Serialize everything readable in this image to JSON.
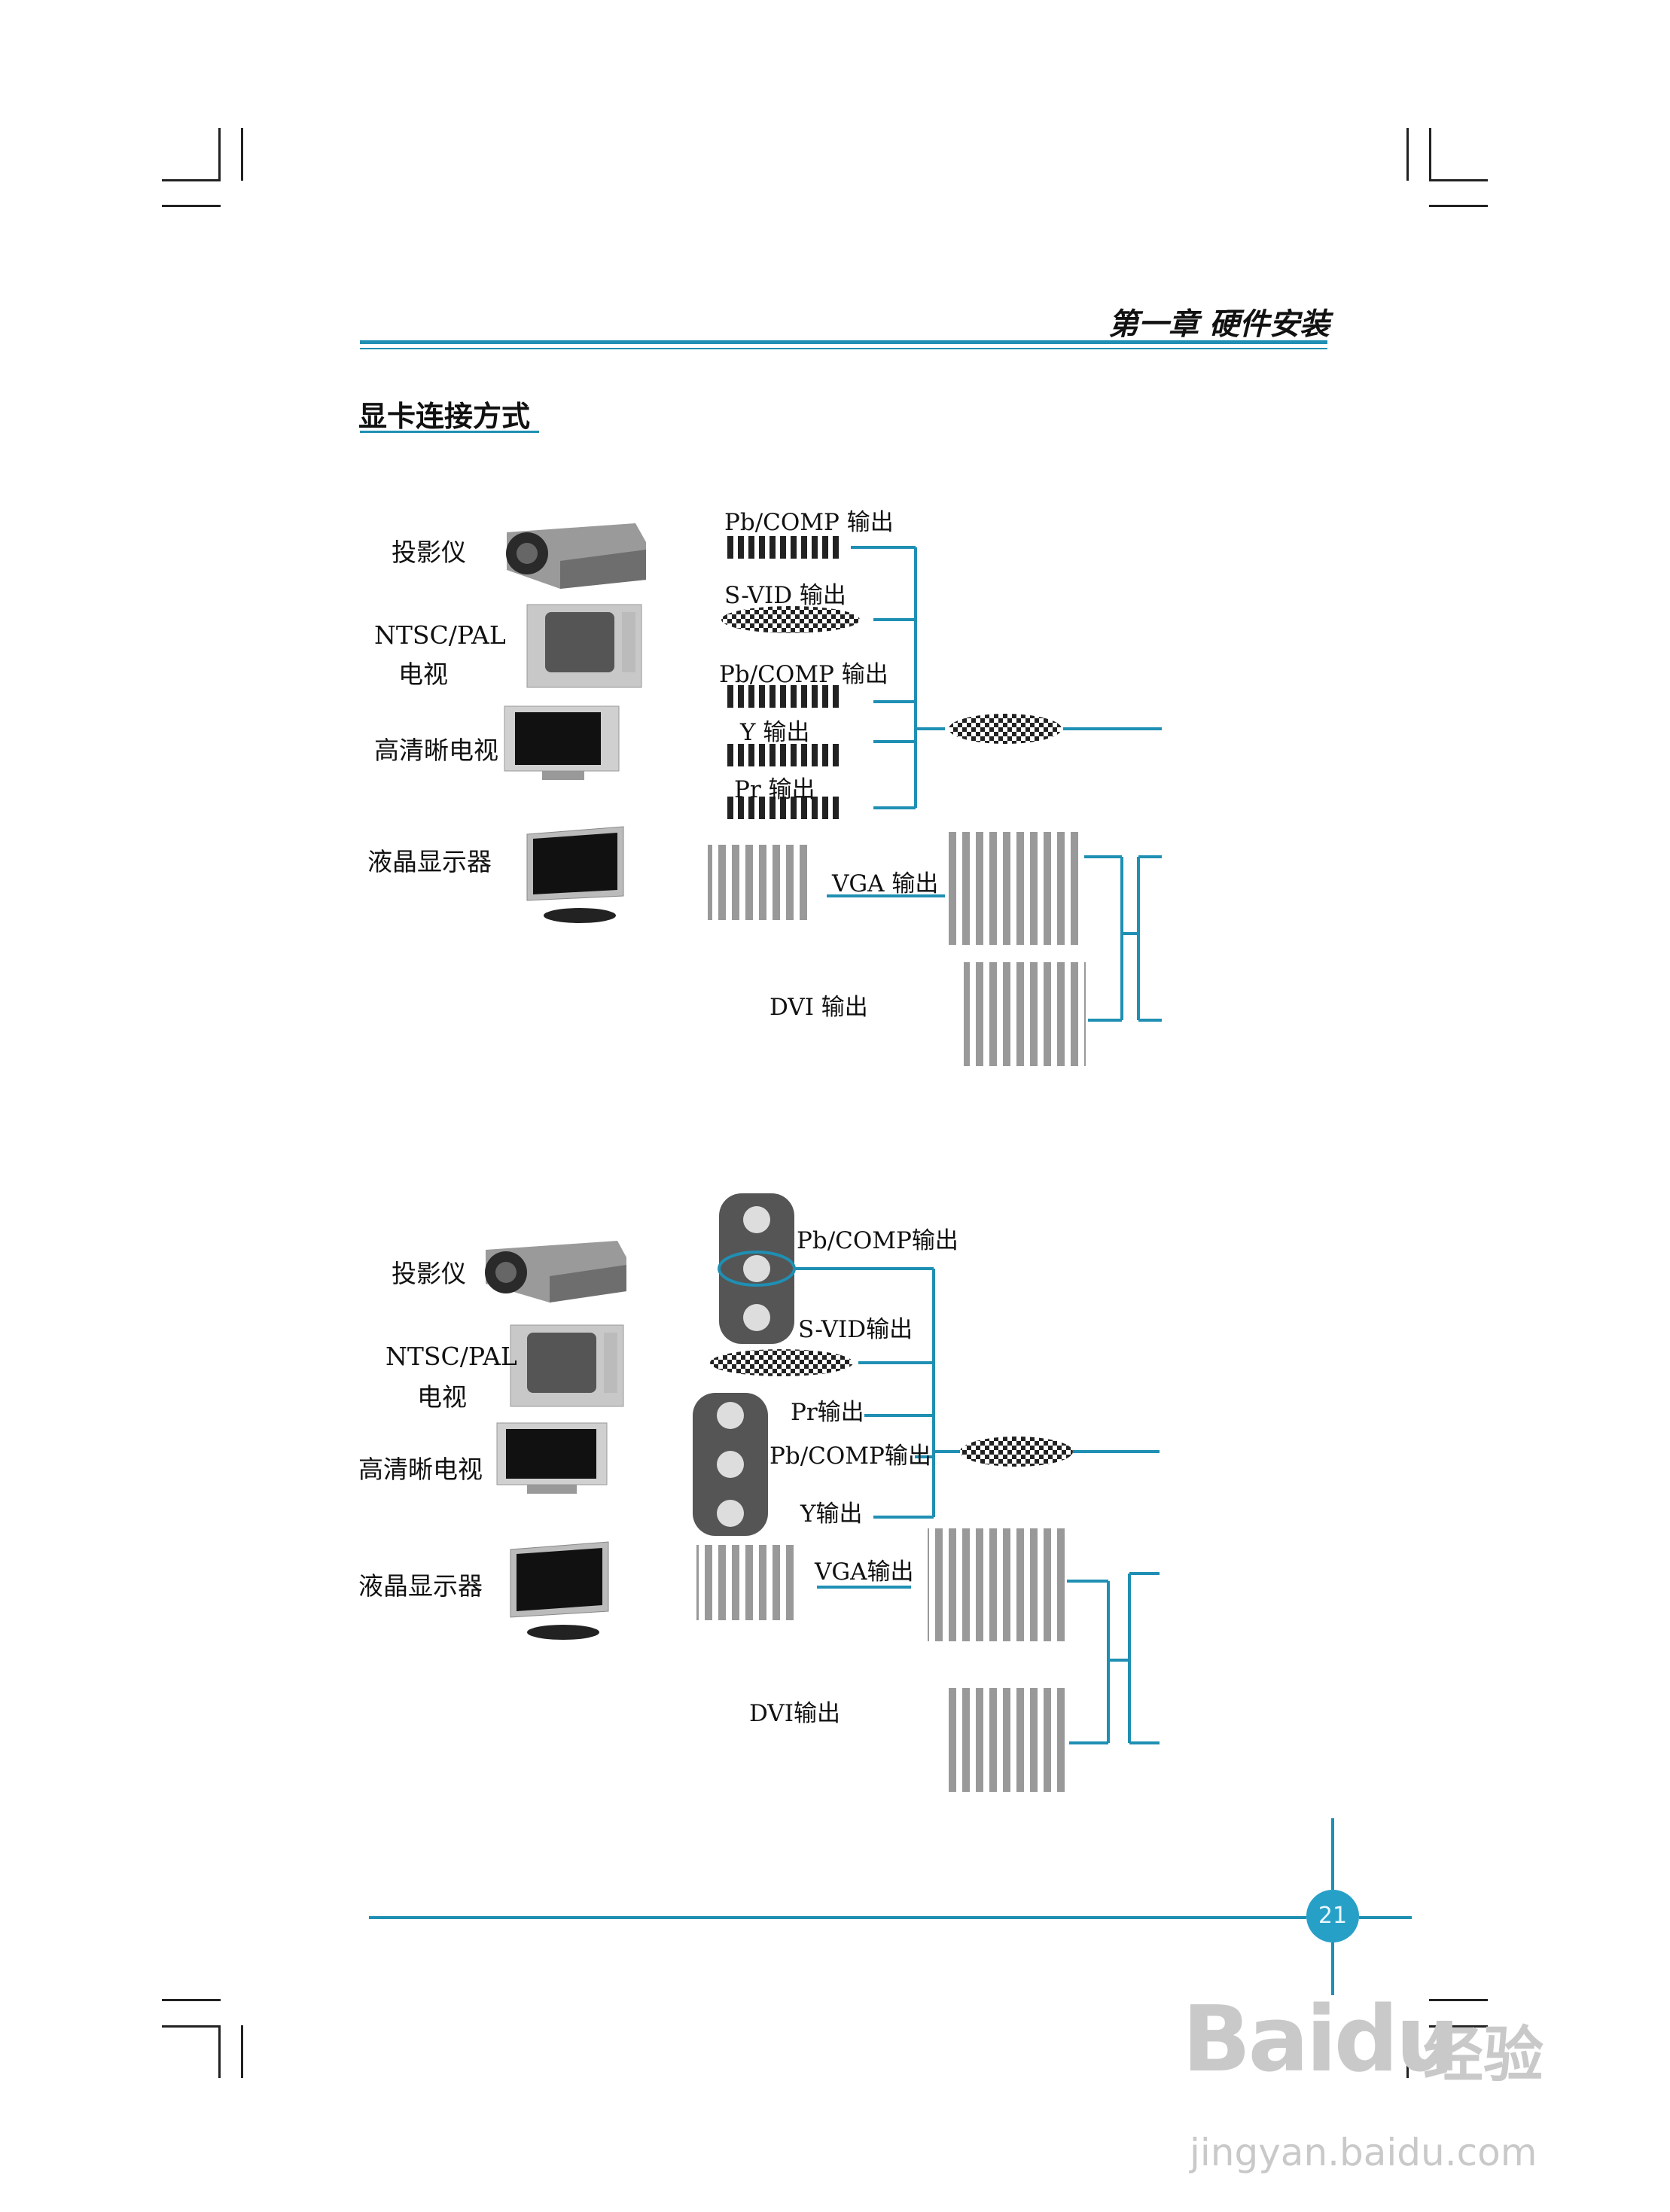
{
  "header": {
    "chapter_title": "第一章  硬件安装"
  },
  "section": {
    "title": "显卡连接方式"
  },
  "diagram1": {
    "devices": [
      "投影仪",
      "NTSC/PAL\n电视",
      "高清晰电视",
      "液晶显示器"
    ],
    "outputs": [
      "Pb/COMP 输出",
      "S-VID 输出",
      "Pb/COMP 输出",
      "Y 输出",
      "Pr 输出",
      "VGA 输出",
      "DVI 输出"
    ]
  },
  "diagram2": {
    "devices": [
      "投影仪",
      "NTSC/PAL\n电视",
      "高清晰电视",
      "液晶显示器"
    ],
    "outputs": [
      "Pb/COMP输出",
      "S-VID输出",
      "Pr输出",
      "Pb/COMP输出",
      "Y输出",
      "VGA输出",
      "DVI输出"
    ]
  },
  "footer": {
    "page_number": "21"
  },
  "watermark": {
    "logo": "Baidu",
    "brand": "经验",
    "url": "jingyan.baidu.com"
  },
  "colors": {
    "accent": "#1f8fb3",
    "page_circle": "#27a0c8"
  }
}
